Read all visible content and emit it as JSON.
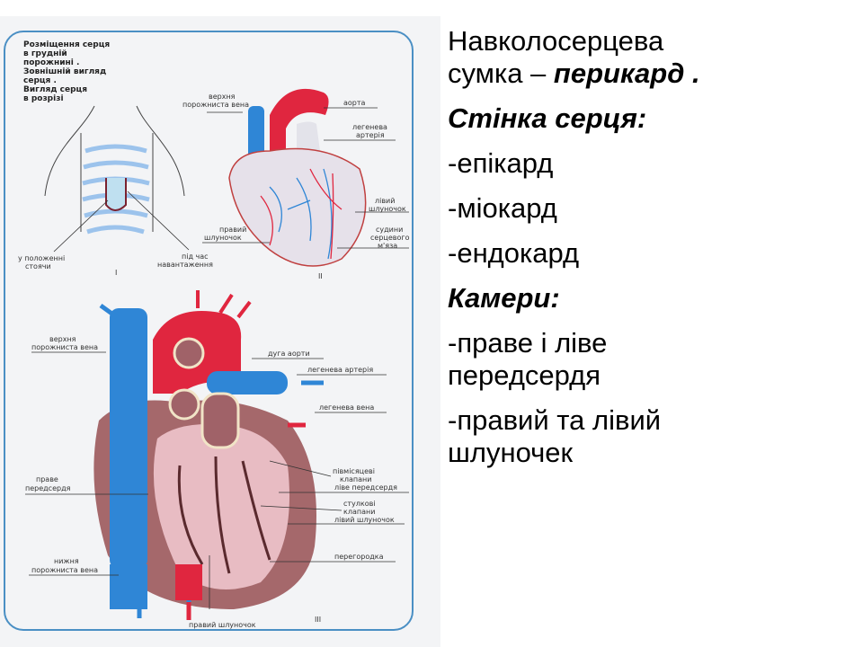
{
  "slide": {
    "text": {
      "intro_line1": "Навколосерцева",
      "intro_line2_plain": "сумка – ",
      "intro_line2_bold": "перикард .",
      "wall_heading": "Стінка серця:",
      "wall_layers": [
        "-епікард",
        "-міокард",
        "-ендокард"
      ],
      "chambers_heading": "Камери:",
      "chambers": [
        {
          "line1": "-праве і ліве",
          "line2": "передсердя"
        },
        {
          "line1": "-правий та лівий",
          "line2": "шлуночек"
        }
      ]
    },
    "figure": {
      "caption_lines": [
        "Розміщення серця",
        "в грудній",
        "порожнині .",
        "Зовнішній вигляд",
        "серця .",
        "Вигляд серця",
        "в розрізі"
      ],
      "panel_I": {
        "numeral": "I",
        "labels": {
          "standing": [
            "у положенні",
            "стоячи"
          ],
          "under_load": [
            "під час",
            "навантаження"
          ]
        }
      },
      "panel_II": {
        "numeral": "II",
        "labels": {
          "superior_vena_cava": [
            "верхня",
            "порожниста вена"
          ],
          "aorta": "аорта",
          "pulmonary_artery": [
            "легенева",
            "артерія"
          ],
          "left_ventricle": [
            "лівий",
            "шлуночок"
          ],
          "right_ventricle": [
            "правий",
            "шлуночок"
          ],
          "coronary_vessels": [
            "судини",
            "серцевого",
            "м'яза"
          ]
        }
      },
      "panel_III": {
        "numeral": "III",
        "labels": {
          "superior_vena_cava": [
            "верхня",
            "порожниста вена"
          ],
          "aortic_arch": "дуга аорти",
          "pulmonary_artery": "легенева артерія",
          "pulmonary_vein": "легенева вена",
          "semilunar_valves": [
            "півмісяцеві",
            "клапани"
          ],
          "left_atrium": "ліве передсердя",
          "cuspid_valves": [
            "стулкові",
            "клапани"
          ],
          "left_ventricle": "лівий шлуночок",
          "right_atrium": [
            "праве",
            "передсердя"
          ],
          "septum": "перегородка",
          "inferior_vena_cava": [
            "нижня",
            "порожниста вена"
          ],
          "right_ventricle": "правий шлуночок"
        }
      }
    },
    "colors": {
      "venous_blue": "#2f86d6",
      "arterial_red": "#e0263f",
      "muscle_pink": "#d9a5a8",
      "frame_blue": "#4a8fc4"
    }
  }
}
